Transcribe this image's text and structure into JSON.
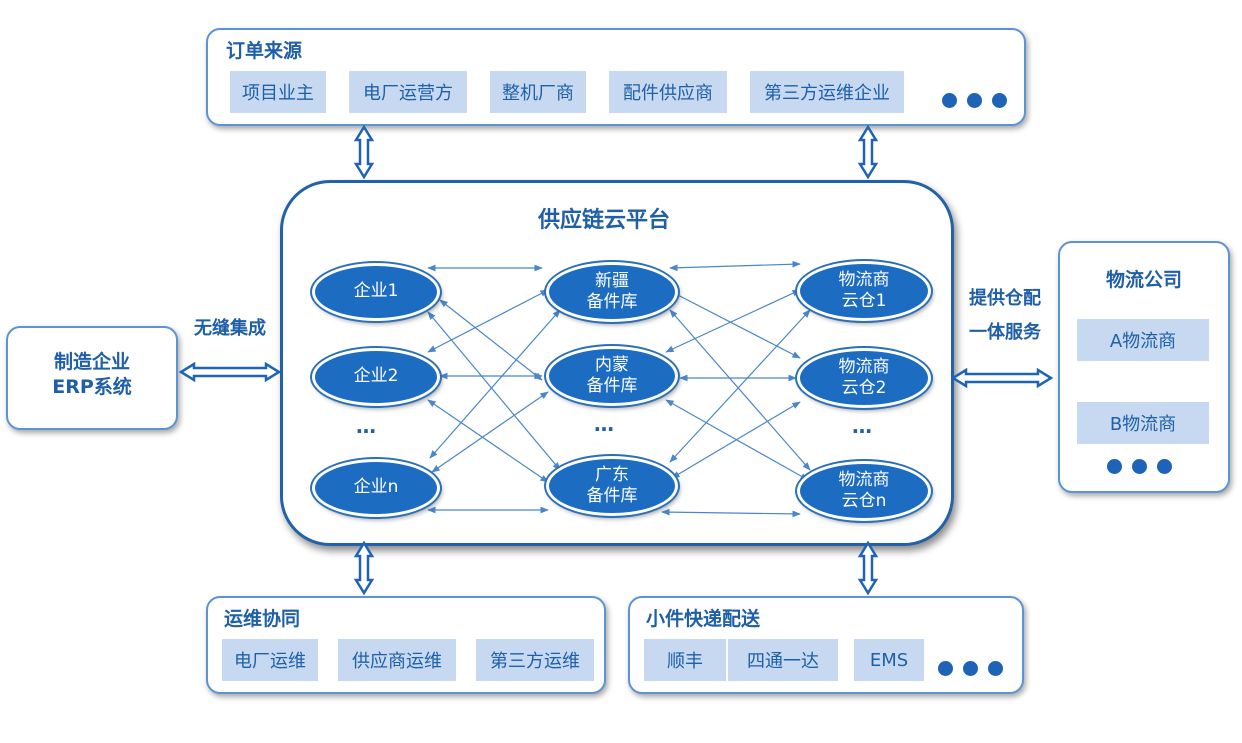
{
  "order_sources": {
    "title": "订单来源",
    "items": [
      "项目业主",
      "电厂运营方",
      "整机厂商",
      "配件供应商",
      "第三方运维企业"
    ]
  },
  "platform": {
    "title": "供应链云平台",
    "enterprises": [
      "企业1",
      "企业2",
      "企业n"
    ],
    "warehouses": [
      "新疆\n备件库",
      "内蒙\n备件库",
      "广东\n备件库"
    ],
    "cloud_warehouses": [
      "物流商\n云仓1",
      "物流商\n云仓2",
      "物流商\n云仓n"
    ],
    "ellipsis": "…"
  },
  "left": {
    "label": "制造企业\nERP系统",
    "connector": "无缝集成"
  },
  "right": {
    "connector": "提供仓配\n一体服务",
    "title": "物流公司",
    "items": [
      "A物流商",
      "B物流商"
    ]
  },
  "ops": {
    "title": "运维协同",
    "items": [
      "电厂运维",
      "供应商运维",
      "第三方运维"
    ]
  },
  "express": {
    "title": "小件快递配送",
    "items": [
      "顺丰",
      "四通一达",
      "EMS"
    ]
  }
}
